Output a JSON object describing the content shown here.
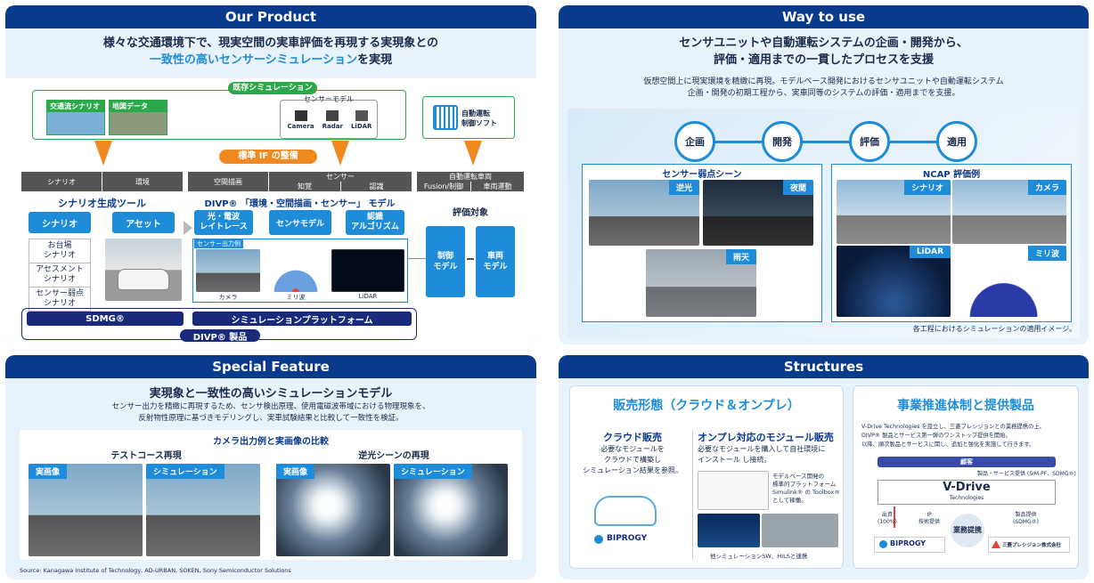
{
  "product": {
    "title": "Our Product",
    "headline1": "様々な交通環境下で、現実空間の実車評価を再現する実現象との",
    "headline2": "一致性の高いセンサーシミュレーション",
    "headline3": "を実現",
    "existing_sim": "既存シミュレーション",
    "traffic": "交通流シナリオ",
    "map": "地図データ",
    "sensor_model": "センサーモデル",
    "camera": "Camera",
    "radar": "Radar",
    "lidar": "LiDAR",
    "adsoft1": "自動運転",
    "adsoft2": "制御ソフト",
    "std_if": "標準 IF の整備",
    "hdr_scenario": "シナリオ",
    "hdr_env": "環境",
    "hdr_space": "空間描画",
    "hdr_sensor": "センサー",
    "hdr_perceive": "知覚",
    "hdr_recog": "認識",
    "hdr_ad": "自動運転車両",
    "hdr_fusion": "Fusion/制御",
    "hdr_vehicle": "車両運動",
    "scenario_tool": "シナリオ生成ツール",
    "scenario_btn": "シナリオ",
    "asset_btn": "アセット",
    "list": [
      "お台場\nシナリオ",
      "アセスメント\nシナリオ",
      "センサー弱点\nシナリオ"
    ],
    "divp_model": "DIVP® 「環境・空間描画・センサー」 モデル",
    "ray": "光・電波\nレイトレース",
    "sensor_mdl": "センサモデル",
    "recog_algo": "認識\nアルゴリズム",
    "sensor_out": "センサー出力例",
    "cap_cam": "カメラ",
    "cap_radar": "ミリ波",
    "cap_lidar": "LiDAR",
    "eval": "評価対象",
    "ctrl": "制御\nモデル",
    "veh": "車両\nモデル",
    "sdmg": "SDMG®",
    "simplat": "シミュレーションプラットフォーム",
    "divp_prod": "DIVP® 製品"
  },
  "way": {
    "title": "Way to use",
    "headline1": "センサユニットや自動運転システムの企画・開発から、",
    "headline2": "評価・適用までの一貫したプロセスを支援",
    "desc1": "仮想空間上に現実環境を精緻に再現。モデルベース開発におけるセンサユニットや自動運転システム",
    "desc2": "企画・開発の初期工程から、実車同等のシステムの評価・適用までを支援。",
    "steps": [
      "企画",
      "開発",
      "評価",
      "適用"
    ],
    "weak_title": "センサー弱点シーン",
    "backlight": "逆光",
    "night": "夜間",
    "rain": "雨天",
    "ncap_title": "NCAP 評価例",
    "ncap_scenario": "シナリオ",
    "ncap_camera": "カメラ",
    "ncap_lidar": "LiDAR",
    "ncap_radar": "ミリ波",
    "note": "各工程におけるシミュレーションの適用イメージ。"
  },
  "feature": {
    "title": "Special Feature",
    "headline": "実現象と一致性の高いシミュレーションモデル",
    "desc1": "センサー出力を精緻に再現するため、センサ検出原理、使用電磁波帯域における物理現象を、",
    "desc2": "反射物性原理に基づきモデリングし、実車試験結果と比較して一致性を検証。",
    "compare": "カメラ出力例と実画像の比較",
    "test_course": "テストコース再現",
    "backlight_scene": "逆光シーンの再現",
    "real": "実画像",
    "sim": "シミュレーション",
    "source": "Source: Kanagawa Institute of Technology, AD-URBAN, SOKEN, Sony Semiconductor Solutions"
  },
  "structures": {
    "title": "Structures",
    "sales_title": "販売形態（クラウド＆オンプレ）",
    "cloud_title": "クラウド販売",
    "cloud_desc": "必要なモジュールを\nクラウドで構築し\nシミュレーション結果を参照。",
    "onprem_title": "オンプレ対応のモジュール販売",
    "onprem_desc": "必要なモジュールを購入して自社環境に\nインストール し接続。",
    "mbd_note": "モデルベース開発の\n標準的プラットフォーム\nSimulink® の Toolbox®\nとして稼働。",
    "biprogy": "BIPROGY",
    "link_note": "他シミュレーションSW、HILSと連携",
    "biz_title": "事業推進体制と提供製品",
    "biz_desc": "V-Drive Technologies を設立し、三菱プレシジョンとの業務提携の上、\nDIVP® 製品とサービス第一弾のワンストップ提供を開始。\n以降、順次製品とサービスに関し、追加と強化を実施して行きます。",
    "customer": "顧客",
    "provide_top": "製品・サービス提供 (SIM-PF、SDMG®)",
    "vdrive": "V-Drive",
    "vdrive_sub": "Technologies",
    "invest": "出資\n(100%)",
    "ip": "IP\n技術提供",
    "alliance": "業務提携",
    "prod_provide": "製品提供\n(SDMG®)",
    "mpc": "三菱プレシジョン株式会社"
  }
}
